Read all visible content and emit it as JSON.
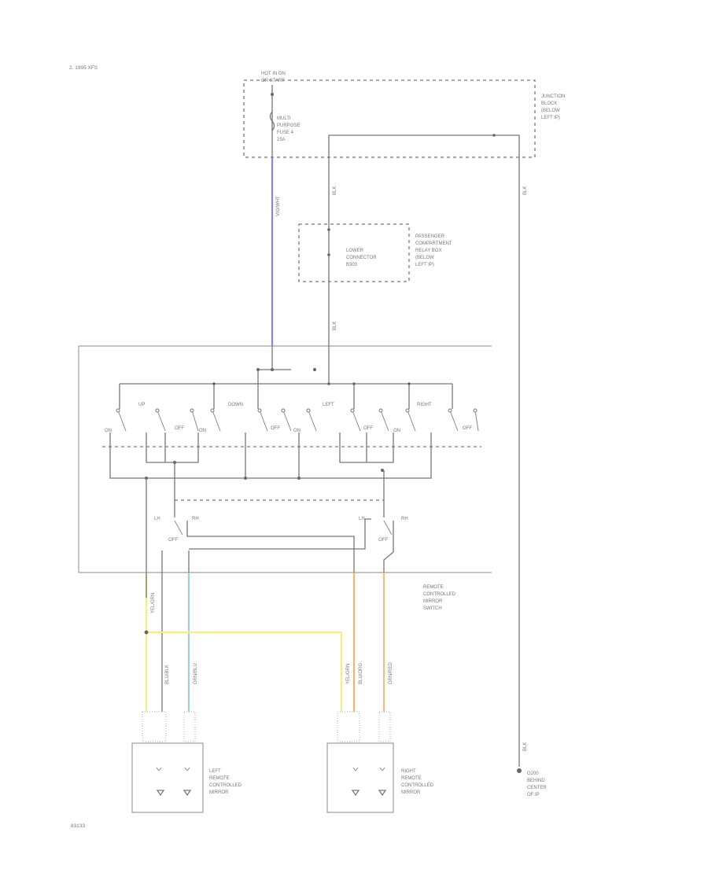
{
  "header": {
    "model": "2. 1995 XFS"
  },
  "footer": {
    "code": "83133"
  },
  "colors": {
    "wire": "#777777",
    "violet_wire": "#8c7ff0",
    "yellow_wire": "#f2ee88",
    "light_blue_wire": "#a6ccdf",
    "orange_wire": "#f2b46e",
    "tan_wire": "#ecc080"
  },
  "labels": {
    "hot_in_on": "HOT IN ON",
    "hot_in_on_2": "OR START",
    "fuse": [
      "MULTI",
      "PURPOSE",
      "FUSE 4",
      "15A"
    ],
    "junction_block": [
      "JUNCTION",
      "BLOCK",
      "(BELOW",
      "LEFT IP)"
    ],
    "lower_connector": [
      "LOWER",
      "CONNECTOR",
      "B303"
    ],
    "passenger_relay": [
      "PASSENGER",
      "COMPARTMENT",
      "RELAY BOX",
      "(BELOW",
      "LEFT IP)"
    ],
    "switch": [
      "REMOTE",
      "CONTROLLED",
      "MIRROR",
      "SWITCH"
    ],
    "left_mirror": [
      "LEFT",
      "REMOTE",
      "CONTROLLED",
      "MIRROR"
    ],
    "right_mirror": [
      "RIGHT",
      "REMOTE",
      "CONTROLLED",
      "MIRROR"
    ],
    "ground": [
      "G200",
      "BEHIND",
      "CENTER",
      "OF IP"
    ],
    "sw_up": "UP",
    "sw_down": "DOWN",
    "sw_left": "LEFT",
    "sw_right": "RIGHT",
    "on": "ON",
    "off": "OFF",
    "lh": "LH",
    "rh": "RH",
    "wire_vio": "VIO/WHT",
    "wire_blk": "BLK",
    "wire_yel": "YEL/GRN",
    "wire_blu_l": "BLU/BLK",
    "wire_grn_l": "GRN/BLU",
    "wire_blu_r": "BLU/ORG",
    "wire_grn_r": "GRN/RED",
    "wire_yel2": "YEL/GRN"
  }
}
